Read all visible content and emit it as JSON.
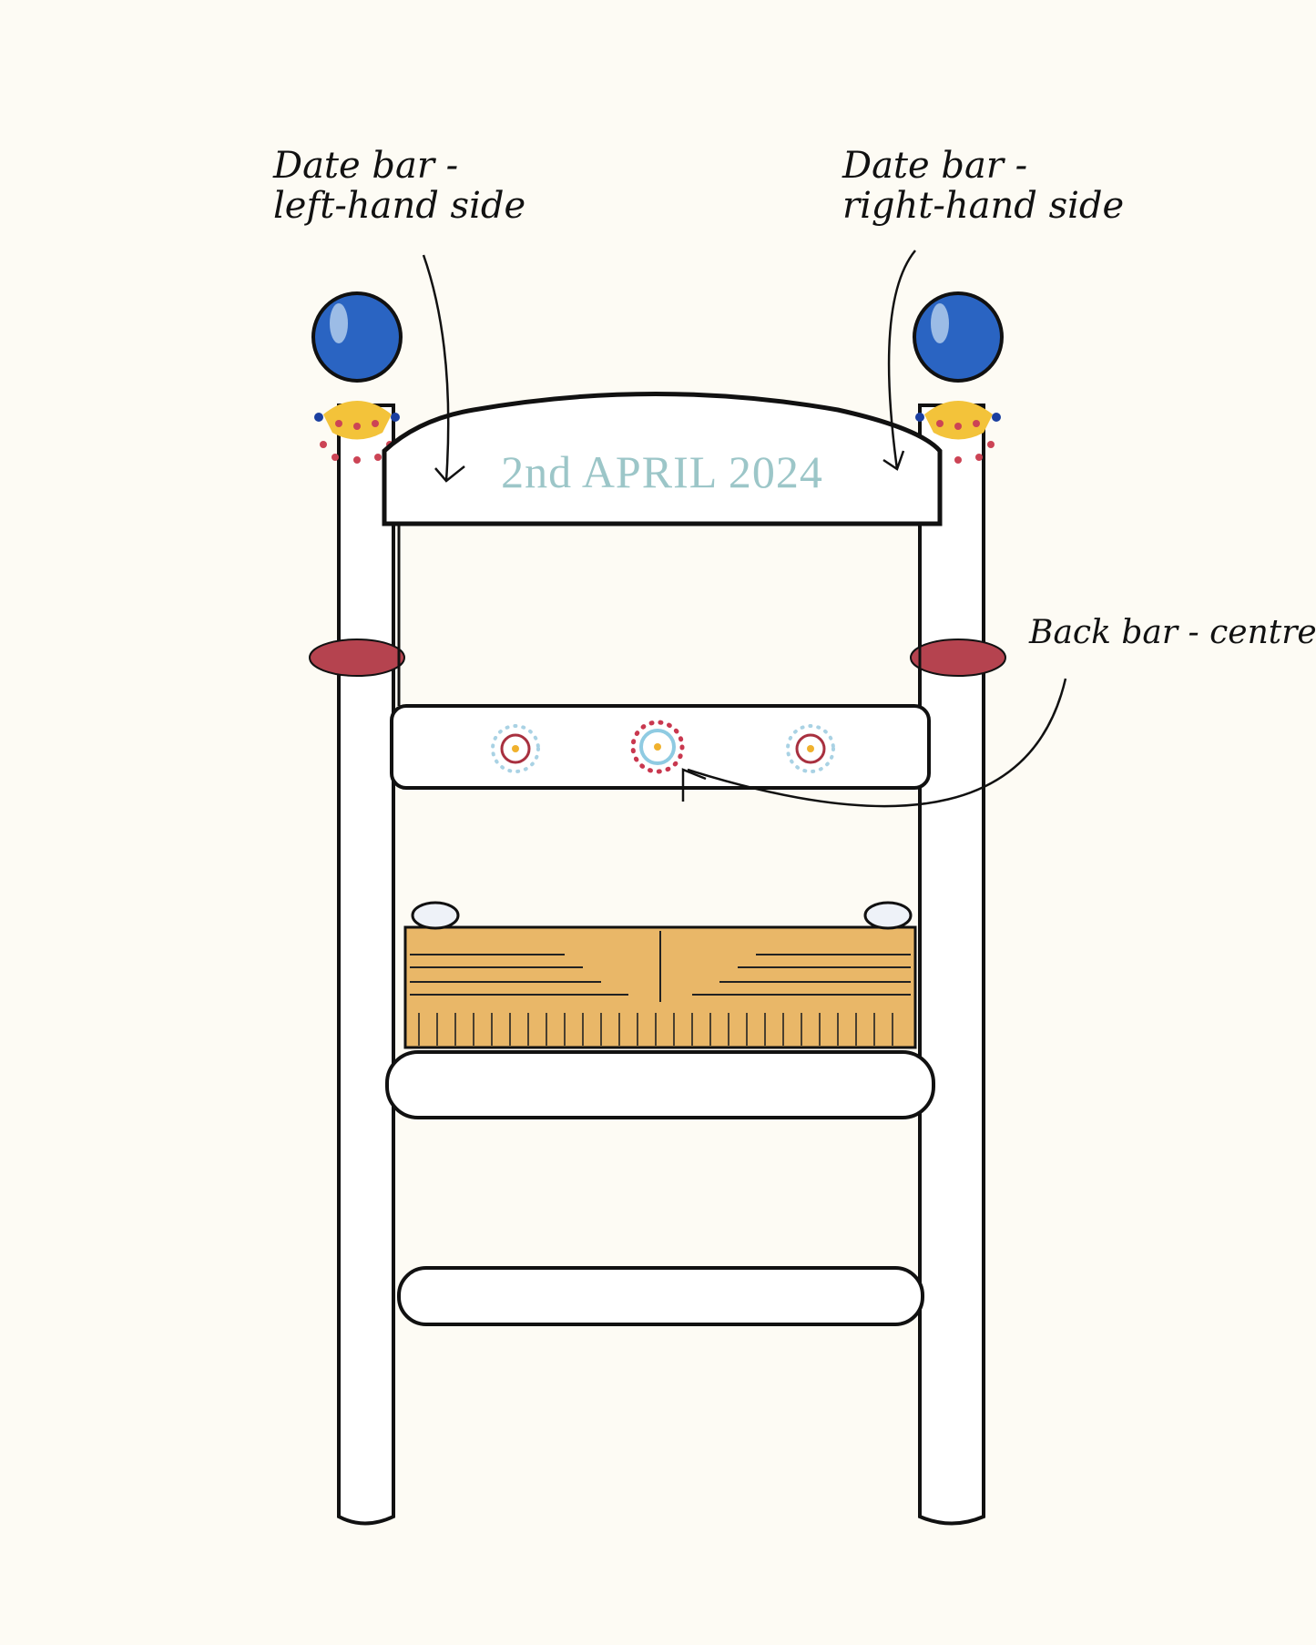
{
  "annotations": {
    "date_left": {
      "line1": "Date bar -",
      "line2": "left-hand side"
    },
    "date_right": {
      "line1": "Date bar -",
      "line2": "right-hand side"
    },
    "back_centre": {
      "line1": "Back bar - centre"
    }
  },
  "chair": {
    "date_text": "2nd APRIL 2024",
    "colors": {
      "background": "#fdfbf4",
      "finial_blue": "#2a64c2",
      "collar_red": "#b5434f",
      "seat_rush": "#e9b768",
      "date_text": "#9cc6c8",
      "sun_yellow": "#f3c33a"
    }
  }
}
